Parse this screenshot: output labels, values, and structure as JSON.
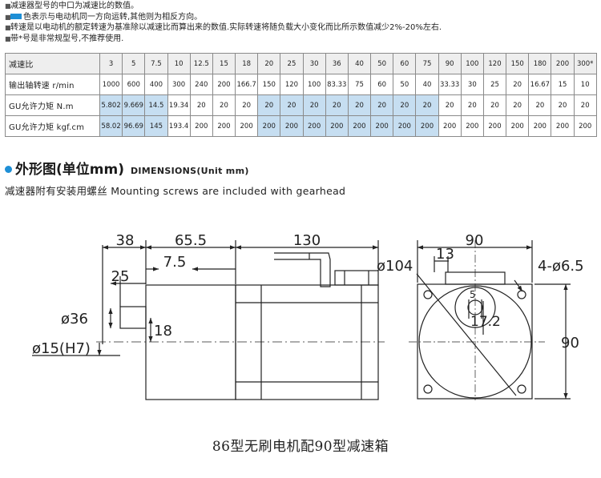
{
  "notes": [
    "减速器型号的中口为减速比的数值。",
    "色表示与电动机同一方向运转,其他则为相反方向。",
    "转速是以电动机的额定转速为基准除以减速比而算出来的数值.实际转速将随负载大小变化而比所示数值减少2%-20%左右.",
    "带*号是非常规型号,不推荐使用."
  ],
  "colors": {
    "accent": "#1e8fd6",
    "same_direction_highlight": "#c6def1"
  },
  "table": {
    "header_label": "减速比",
    "ratios": [
      "3",
      "5",
      "7.5",
      "10",
      "12.5",
      "15",
      "18",
      "20",
      "25",
      "30",
      "36",
      "40",
      "50",
      "60",
      "75",
      "90",
      "100",
      "120",
      "150",
      "180",
      "200",
      "300*"
    ],
    "rows": [
      {
        "label": "输出轴转速 r/min",
        "values": [
          "1000",
          "600",
          "400",
          "300",
          "240",
          "200",
          "166.7",
          "150",
          "120",
          "100",
          "83.33",
          "75",
          "60",
          "50",
          "40",
          "33.33",
          "30",
          "25",
          "20",
          "16.67",
          "15",
          "10"
        ]
      },
      {
        "label": "GU允许力矩 N.m",
        "values": [
          "5.802",
          "9.669",
          "14.5",
          "19.34",
          "20",
          "20",
          "20",
          "20",
          "20",
          "20",
          "20",
          "20",
          "20",
          "20",
          "20",
          "20",
          "20",
          "20",
          "20",
          "20",
          "20",
          "20"
        ]
      },
      {
        "label": "GU允许力矩 kgf.cm",
        "values": [
          "58.02",
          "96.69",
          "145",
          "193.4",
          "200",
          "200",
          "200",
          "200",
          "200",
          "200",
          "200",
          "200",
          "200",
          "200",
          "200",
          "200",
          "200",
          "200",
          "200",
          "200",
          "200",
          "200"
        ]
      }
    ],
    "highlighted_columns": [
      0,
      1,
      2,
      7,
      8,
      9,
      10,
      11,
      12,
      13,
      14
    ]
  },
  "section": {
    "title_cn": "外形图(单位mm)",
    "title_en": "DIMENSIONS(Unit mm)",
    "subtitle": "减速器附有安装用螺丝 Mounting screws are included with gearhead"
  },
  "drawing": {
    "dims": {
      "d38": "38",
      "d65_5": "65.5",
      "d130": "130",
      "d90_top": "90",
      "d7_5": "7.5",
      "d25": "25",
      "d36": "ø36",
      "d18": "18",
      "d15": "ø15(H7)",
      "d104": "ø104",
      "d13": "13",
      "d4_6_5": "4-ø6.5",
      "d5": "5",
      "d17_2": "17.2",
      "d90_side": "90"
    }
  },
  "caption": "86型无刷电机配90型减速箱"
}
